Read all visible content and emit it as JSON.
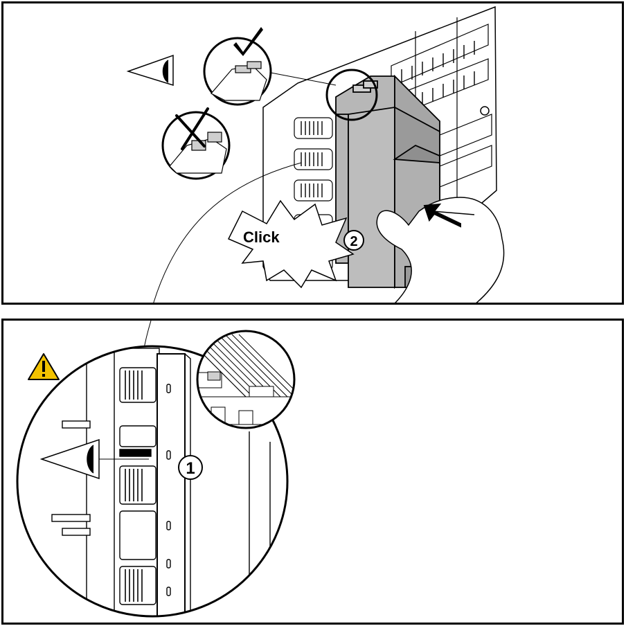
{
  "step1": {
    "number": "1"
  },
  "step2": {
    "number": "2",
    "sound_label": "Click"
  },
  "checks": {
    "correct_icon": "check-mark-icon",
    "incorrect_icon": "cross-mark-icon"
  },
  "warning": {
    "icon": "warning-triangle-icon",
    "color": "#f2c200"
  },
  "colors": {
    "module_gray": "#b7b7b7",
    "module_dark": "#9a9a9a",
    "line": "#000000"
  }
}
